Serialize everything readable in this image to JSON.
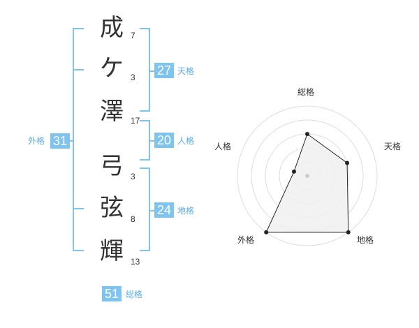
{
  "name_chars": [
    {
      "char": "成",
      "strokes": "7"
    },
    {
      "char": "ケ",
      "strokes": "3"
    },
    {
      "char": "澤",
      "strokes": "17"
    },
    {
      "char": "弓",
      "strokes": "3"
    },
    {
      "char": "弦",
      "strokes": "8"
    },
    {
      "char": "輝",
      "strokes": "13"
    }
  ],
  "fortunes": {
    "tenkaku": {
      "value": "27",
      "label": "天格"
    },
    "jinkaku": {
      "value": "20",
      "label": "人格"
    },
    "chikaku": {
      "value": "24",
      "label": "地格"
    },
    "gaikaku": {
      "value": "31",
      "label": "外格"
    },
    "soukaku": {
      "value": "51",
      "label": "総格"
    }
  },
  "chart_data": {
    "type": "radar",
    "axes": [
      "総格",
      "天格",
      "地格",
      "外格",
      "人格"
    ],
    "values": [
      3,
      3,
      5,
      5,
      1
    ],
    "max": 5,
    "colors": {
      "fill": "#f0f0f0",
      "stroke": "#222222",
      "grid": "#dddddd",
      "center": "#cccccc"
    }
  }
}
